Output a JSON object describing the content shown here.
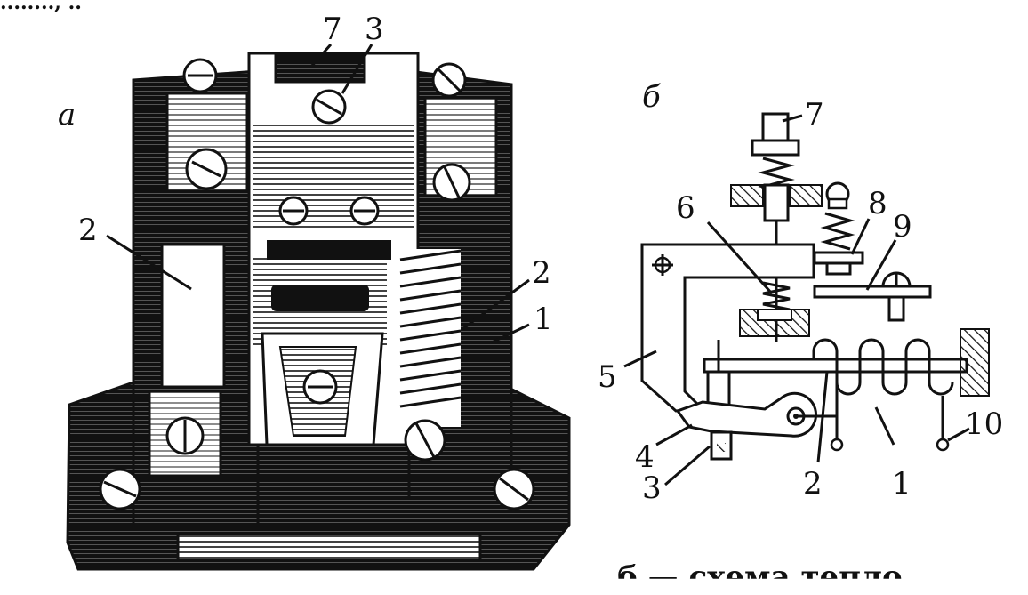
{
  "figure": {
    "corner_text": "........, ..",
    "panel_a": {
      "letter": "а",
      "callouts": [
        "7",
        "3",
        "2",
        "2",
        "1"
      ]
    },
    "panel_b": {
      "letter": "б",
      "callouts": [
        "7",
        "6",
        "8",
        "9",
        "5",
        "4",
        "3",
        "2",
        "1",
        "10"
      ]
    },
    "caption_fragment": "..... .. .... ... ..... б — схема тепло"
  }
}
